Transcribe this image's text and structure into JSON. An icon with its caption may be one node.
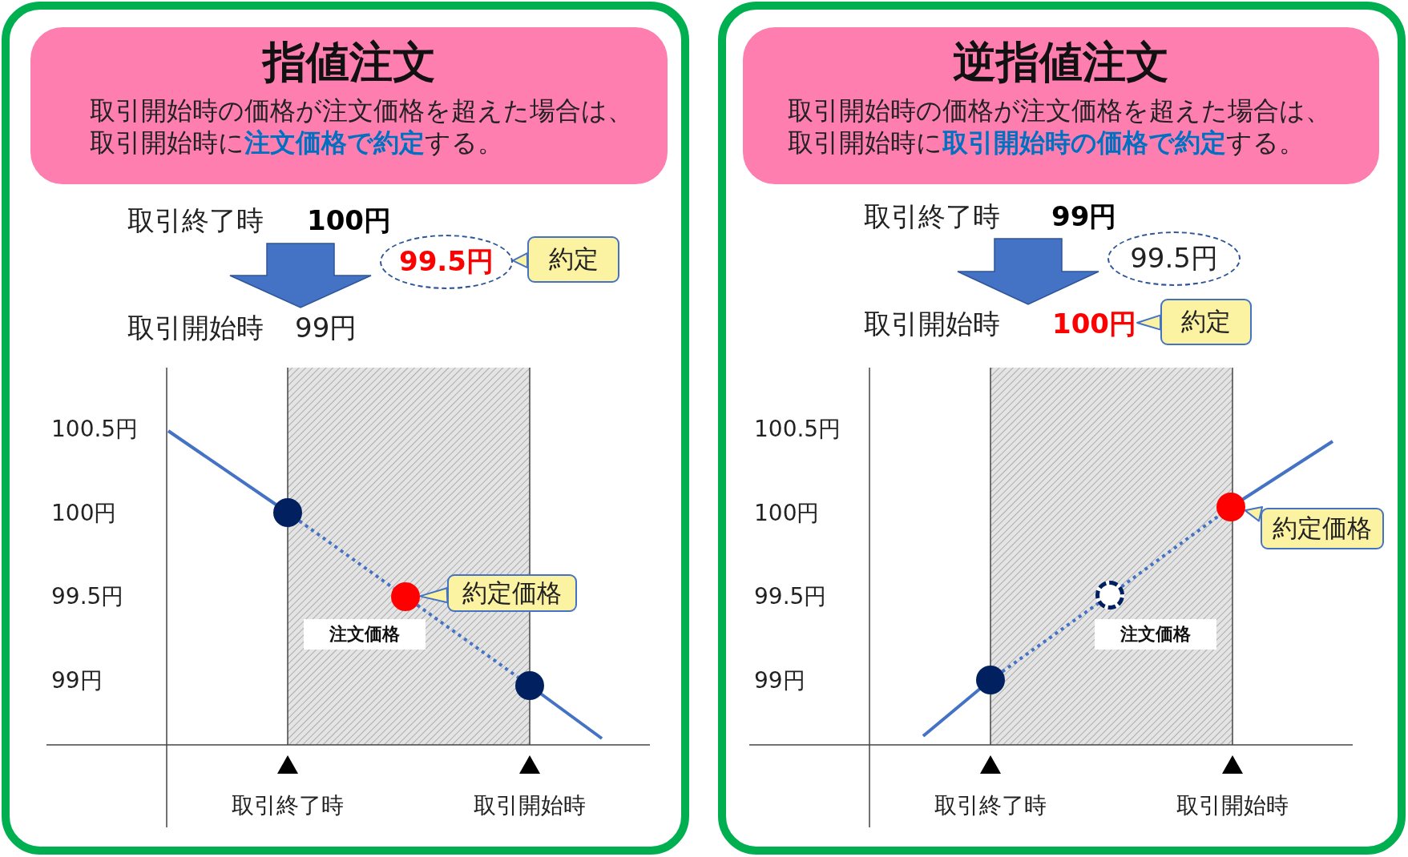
{
  "diagram": {
    "nodes": [
      {
        "text": [],
        "shape": "box"
      },
      {
        "text": [
          "指値注文",
          "取引開始時の価格が注文価格を超えた場合は、取引開始時に**注文価格で約定**する。"
        ],
        "in": 0
      },
      {
        "text": [
          "取引終了時",
          "100円"
        ],
        "in": 0
      },
      {
        "text": [
          "取引開始時",
          "99円"
        ],
        "in": 0
      },
      {
        "text": [
          "99.5円"
        ],
        "in": 0
      },
      {
        "text": [
          "約定"
        ],
        "in": 0
      },
      {
        "text": [],
        "shape": "circle",
        "in": 0
      },
      {
        "text": [],
        "shape": "circle",
        "in": 0
      },
      {
        "text": [
          "約定価格"
        ],
        "in": 0
      },
      {
        "text": [
          "注文価格"
        ],
        "in": 0
      },
      {
        "text": [],
        "shape": "circle",
        "in": 0
      },
      {
        "text": [],
        "shape": "box"
      },
      {
        "text": [
          "逆指値注文",
          "取引開始時の価格が注文価格を超えた場合は、取引開始時に**取引開始時の価格で約定**する。"
        ],
        "in": 11
      },
      {
        "text": [
          "取引終了時",
          "99円"
        ],
        "in": 11
      },
      {
        "text": [
          "99.5円"
        ],
        "in": 11
      },
      {
        "text": [
          "取引開始時",
          "100円"
        ],
        "in": 11
      },
      {
        "text": [
          "約定"
        ],
        "in": 11
      },
      {
        "text": [],
        "shape": "circle",
        "in": 11
      },
      {
        "text": [
          "約定価格"
        ],
        "in": 11
      },
      {
        "text": [],
        "shape": "circle",
        "in": 11
      },
      {
        "text": [
          "注文価格"
        ],
        "in": 11
      },
      {
        "text": [],
        "shape": "circle",
        "in": 11
      }
    ],
    "edges": [
      {
        "from": 2,
        "to": 3,
        "arrow": "to",
        "style": "thick"
      },
      {
        "from": 5,
        "to": 4,
        "arrow": "to"
      },
      {
        "from": 6,
        "to": 7,
        "arrow": "none",
        "style": "dashed"
      },
      {
        "from": 7,
        "to": 10,
        "arrow": "none",
        "style": "dashed"
      },
      {
        "from": 8,
        "to": 7,
        "arrow": "to"
      },
      {
        "from": 13,
        "to": 15,
        "arrow": "to",
        "style": "thick"
      },
      {
        "from": 16,
        "to": 15,
        "arrow": "to"
      },
      {
        "from": 21,
        "to": 19,
        "arrow": "none",
        "style": "dashed"
      },
      {
        "from": 19,
        "to": 17,
        "arrow": "none",
        "style": "dashed"
      },
      {
        "from": 18,
        "to": 17,
        "arrow": "to"
      }
    ],
    "labels": [
      "100.5円",
      "100円",
      "99.5円",
      "99円",
      "取引終了時",
      "取引開始時",
      "100.5円",
      "100円",
      "99.5円",
      "99円",
      "取引終了時",
      "取引開始時"
    ]
  }
}
